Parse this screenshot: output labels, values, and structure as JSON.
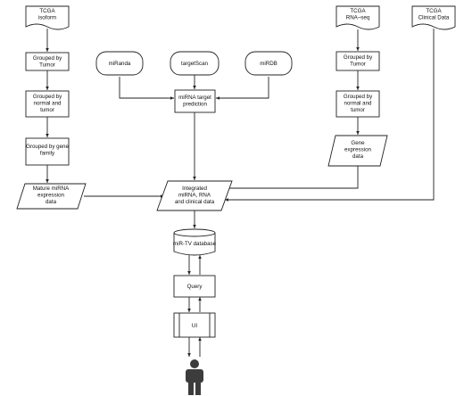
{
  "nodes": {
    "tcga_isoform": {
      "lines": [
        "TCGA",
        "isoform"
      ]
    },
    "grouped_tumor_left": {
      "lines": [
        "Grouped by",
        "Tumor"
      ]
    },
    "grouped_normal_tumor_left": {
      "lines": [
        "Grouped by",
        "normal and",
        "tumor"
      ]
    },
    "grouped_gene_family": {
      "lines": [
        "Grouped by gene",
        "family"
      ]
    },
    "mature_mirna": {
      "lines": [
        "Mature miRNA",
        "expression",
        "data"
      ]
    },
    "miranda": {
      "lines": [
        "miRanda"
      ]
    },
    "targetscan": {
      "lines": [
        "targetScan"
      ]
    },
    "mirdb": {
      "lines": [
        "miRDB"
      ]
    },
    "mirna_target_prediction": {
      "lines": [
        "miRNA target",
        "prediction"
      ]
    },
    "tcga_rnaseq": {
      "lines": [
        "TCGA",
        "RNA–seq"
      ]
    },
    "tcga_clinical": {
      "lines": [
        "TCGA",
        "Clinical Data"
      ]
    },
    "grouped_tumor_right": {
      "lines": [
        "Grouped by",
        "Tumor"
      ]
    },
    "grouped_normal_tumor_right": {
      "lines": [
        "Grouped by",
        "normal and",
        "tumor"
      ]
    },
    "gene_expression": {
      "lines": [
        "Gene",
        "expression",
        "data"
      ]
    },
    "integrated": {
      "lines": [
        "Integrated",
        "miRNA, RNA",
        "and clinical data"
      ]
    },
    "mirtv_database": {
      "lines": [
        "miR-TV database"
      ]
    },
    "query": {
      "lines": [
        "Query"
      ]
    },
    "ui": {
      "lines": [
        "UI"
      ]
    }
  },
  "user_icon": "person-icon"
}
